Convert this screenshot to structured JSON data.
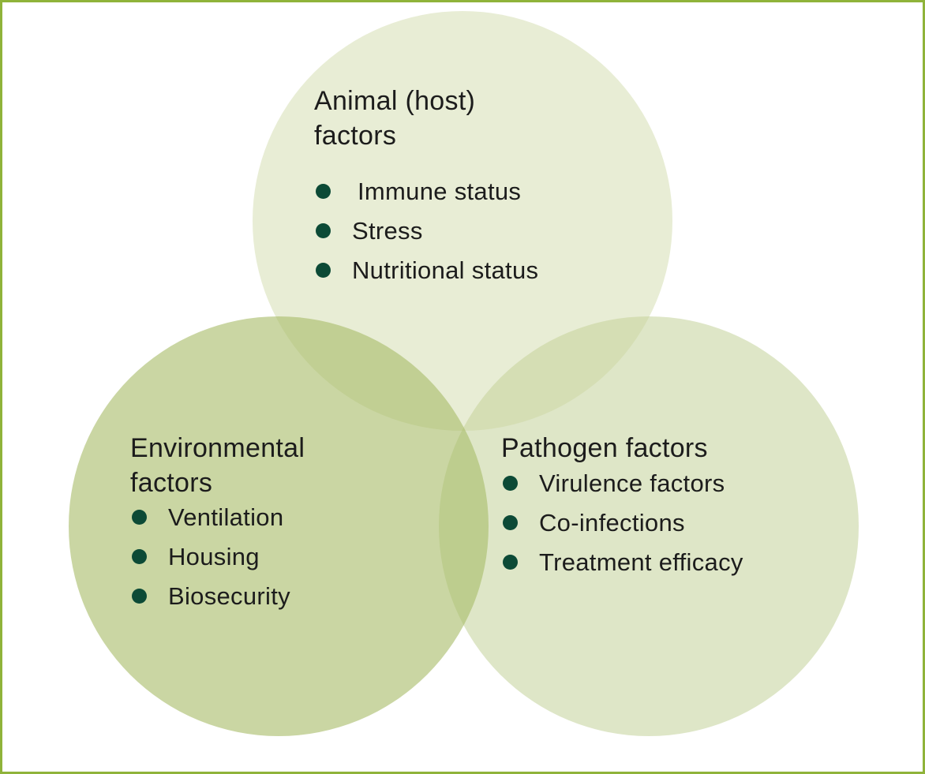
{
  "colors": {
    "border": "#8fb33a",
    "top_circle": "#c7d39c",
    "left_circle": "#a9bd6a",
    "right_circle": "#c6d49e",
    "bullet": "#0c4a36",
    "text": "#1c1c1c"
  },
  "circles": {
    "animal": {
      "title_line1": "Animal (host)",
      "title_line2": "factors",
      "items": [
        "Immune status",
        "Stress",
        "Nutritional status"
      ]
    },
    "environmental": {
      "title_line1": "Environmental",
      "title_line2": "factors",
      "items": [
        "Ventilation",
        "Housing",
        "Biosecurity"
      ]
    },
    "pathogen": {
      "title_line1": "Pathogen factors",
      "items": [
        "Virulence factors",
        "Co-infections",
        "Treatment efficacy"
      ]
    }
  }
}
